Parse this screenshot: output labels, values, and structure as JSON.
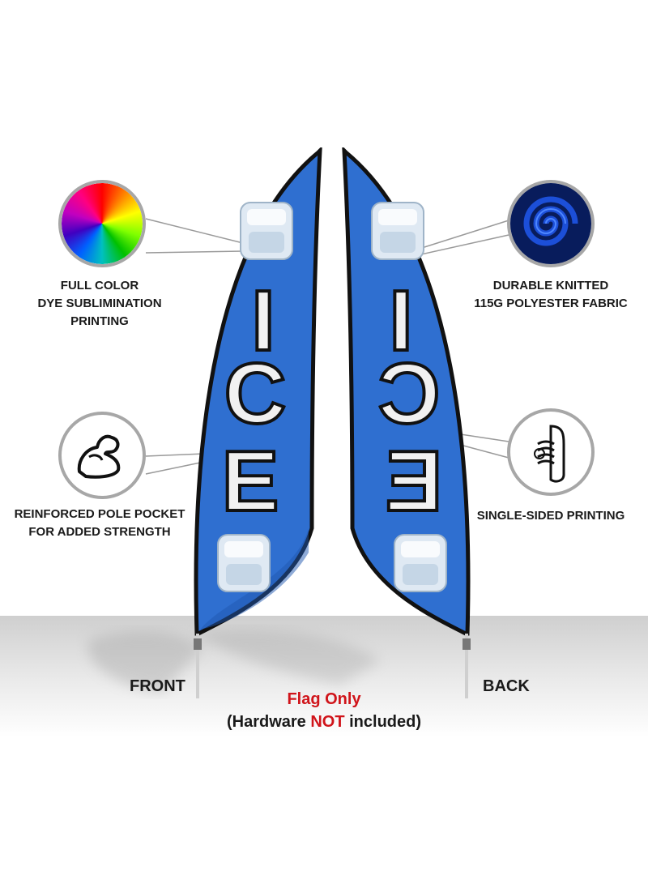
{
  "flag_text_letters": [
    "I",
    "C",
    "E"
  ],
  "features": {
    "color": {
      "lines": [
        "FULL COLOR",
        "DYE SUBLIMINATION",
        "PRINTING"
      ],
      "icon": "color-wheel-icon"
    },
    "fabric": {
      "lines": [
        "DURABLE KNITTED",
        "115G POLYESTER FABRIC"
      ],
      "icon": "fabric-swirl-icon"
    },
    "pocket": {
      "lines": [
        "REINFORCED POLE POCKET",
        "FOR ADDED STRENGTH"
      ],
      "icon": "flexed-arm-icon"
    },
    "printing": {
      "lines": [
        "SINGLE-SIDED PRINTING"
      ],
      "icon": "single-sided-print-icon"
    }
  },
  "views": {
    "front": "FRONT",
    "back": "BACK"
  },
  "notice": {
    "line1": "Flag Only",
    "line2_prefix": "(Hardware ",
    "line2_emphasis": "NOT",
    "line2_suffix": " included)"
  },
  "colors": {
    "flag_blue": "#2f6fd0",
    "accent_red": "#d0141a",
    "circle_border": "#a7a7a7"
  }
}
